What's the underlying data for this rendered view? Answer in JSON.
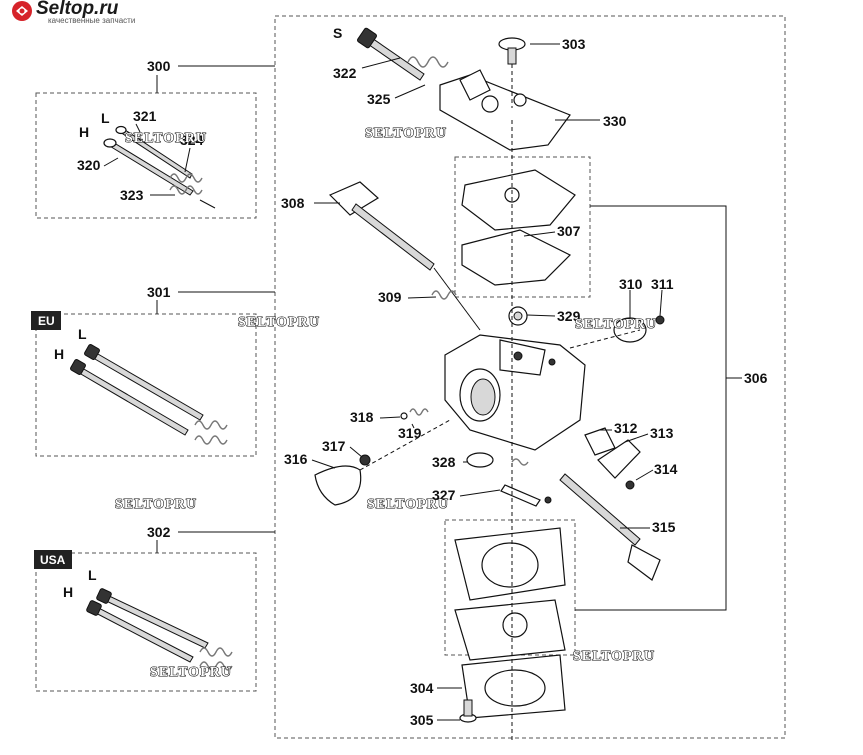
{
  "logo": {
    "title": "Seltop.ru",
    "subtitle": "качественные запчасти",
    "colors": {
      "brand_red": "#d6232a",
      "brand_dark": "#1a1a1a"
    }
  },
  "watermark": "SELTOPRU",
  "callouts": {
    "c300": "300",
    "c301": "301",
    "c302": "302",
    "c303": "303",
    "c304": "304",
    "c305": "305",
    "c306": "306",
    "c307": "307",
    "c308": "308",
    "c309": "309",
    "c310": "310",
    "c311": "311",
    "c312": "312",
    "c313": "313",
    "c314": "314",
    "c315": "315",
    "c316": "316",
    "c317": "317",
    "c318": "318",
    "c319": "319",
    "c320": "320",
    "c321": "321",
    "c322": "322",
    "c323": "323",
    "c324": "324",
    "c325": "325",
    "c327": "327",
    "c328": "328",
    "c329": "329",
    "c330": "330"
  },
  "letters": {
    "s": "S",
    "h": "H",
    "l": "L"
  },
  "region_tags": {
    "eu": "EU",
    "usa": "USA"
  },
  "colors": {
    "line": "#111111",
    "dashed_frame": "#555555",
    "tag_bg": "#222222"
  },
  "icons": [
    "seltop-logo-icon",
    "carburetor-body-icon",
    "needle-icon",
    "spring-icon",
    "gasket-icon",
    "screw-icon"
  ]
}
